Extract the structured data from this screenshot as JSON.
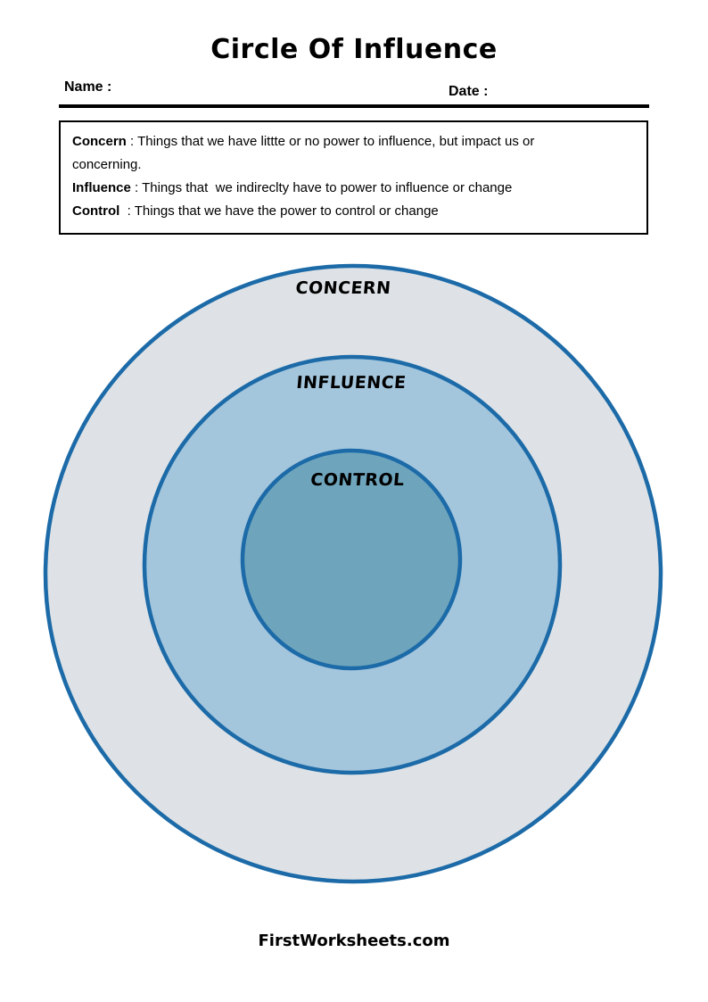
{
  "page": {
    "title": "Circle Of Influence",
    "footer": "FirstWorksheets.com"
  },
  "fields": {
    "name_label": "Name :",
    "date_label": "Date :"
  },
  "definitions": [
    {
      "term": "Concern",
      "sep": " : ",
      "text": "Things that we have littte or no power to influence, but impact us or\nconcerning."
    },
    {
      "term": "Influence",
      "sep": " : ",
      "text": "Things that  we indireclty have to power to influence or change"
    },
    {
      "term": "Control",
      "sep": "  : ",
      "text": "Things that we have the power to control or change"
    }
  ],
  "diagram": {
    "stroke_color": "#1c6ba8",
    "rings": [
      {
        "label": "CONCERN",
        "fill": "#dee2e6"
      },
      {
        "label": "INFLUENCE",
        "fill": "#a4c6dd"
      },
      {
        "label": "CONTROL",
        "fill": "#6fa5bc"
      }
    ]
  }
}
